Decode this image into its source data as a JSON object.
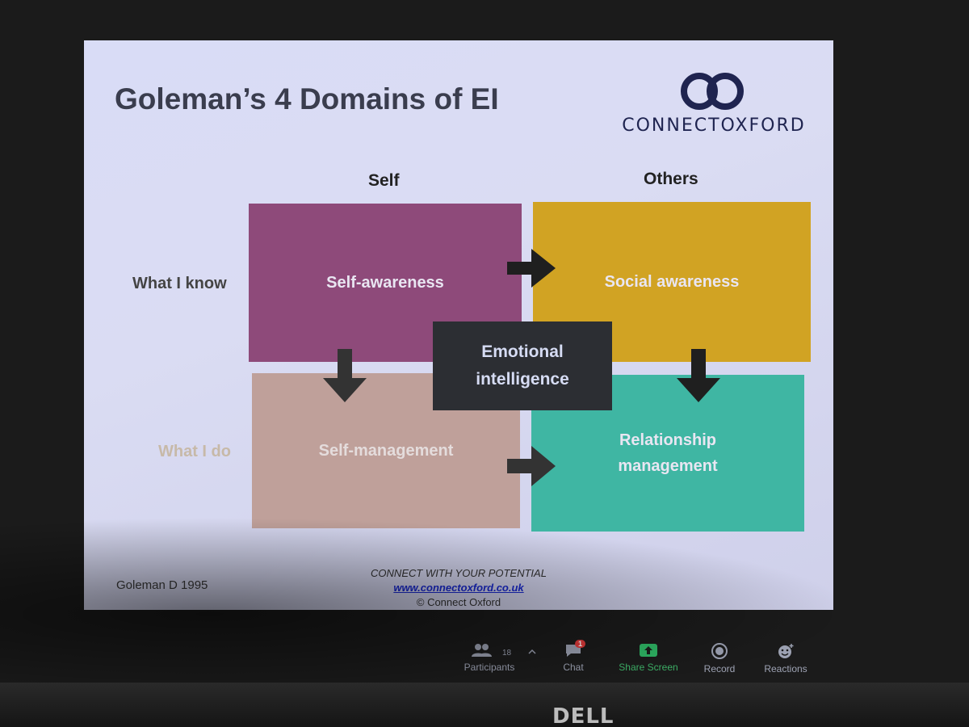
{
  "slide": {
    "title": "Goleman’s 4 Domains of EI",
    "logo_text": "CONNECTOXFORD",
    "col_self": "Self",
    "col_others": "Others",
    "row_know": "What I know",
    "row_do": "What I do",
    "quadrants": {
      "self_awareness": "Self-awareness",
      "social_awareness": "Social awareness",
      "self_management": "Self-management",
      "relationship_management": "Relationship management"
    },
    "center": "Emotional intelligence",
    "footer_tagline": "CONNECT WITH YOUR POTENTIAL",
    "footer_url": "www.connectoxford.co.uk",
    "footer_copyright": "© Connect Oxford",
    "citation": "Goleman D 1995",
    "colors": {
      "self_awareness": "#8e4a7a",
      "social_awareness": "#d1a323",
      "self_management": "#bfa09a",
      "relationship_management": "#3fb6a3",
      "logo": "#1f2450"
    }
  },
  "toolbar": {
    "participants_label": "Participants",
    "participants_count": "18",
    "chat_label": "Chat",
    "chat_badge": "1",
    "share_label": "Share Screen",
    "record_label": "Record",
    "reactions_label": "Reactions",
    "icons": [
      "participants-icon",
      "chevron-up-icon",
      "chat-icon",
      "share-screen-icon",
      "record-icon",
      "reactions-icon"
    ]
  },
  "monitor": {
    "brand": "DELL"
  }
}
